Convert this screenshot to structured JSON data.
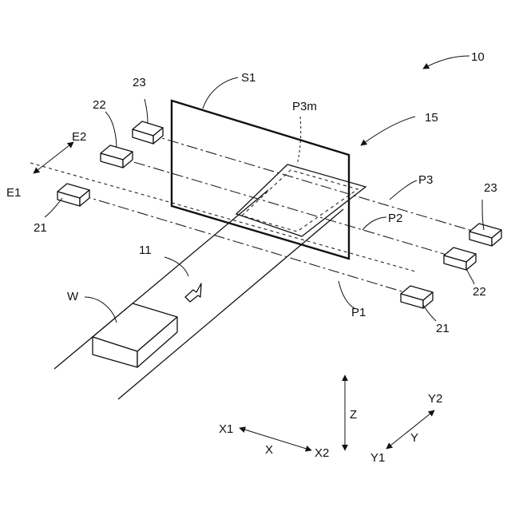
{
  "labels": {
    "system": "10",
    "conveyor": "11",
    "inspection_area": "15",
    "sensor_21": "21",
    "sensor_22": "22",
    "sensor_23": "23",
    "plane_s1": "S1",
    "plane_p1": "P1",
    "plane_p2": "P2",
    "plane_p3": "P3",
    "plane_p3m": "P3m",
    "direction_e1": "E1",
    "direction_e2": "E2",
    "workpiece": "W"
  },
  "axes": {
    "x": "X",
    "x1": "X1",
    "x2": "X2",
    "y": "Y",
    "y1": "Y1",
    "y2": "Y2",
    "z": "Z"
  }
}
